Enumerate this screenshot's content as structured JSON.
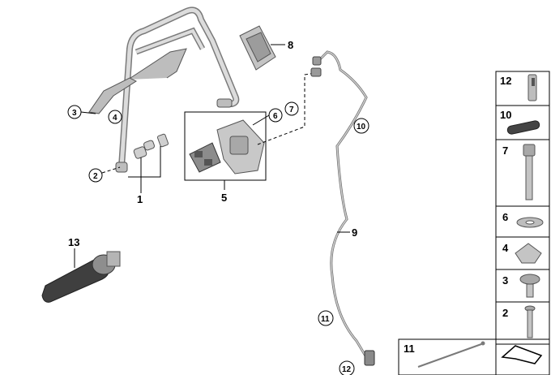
{
  "labels": {
    "1": "1",
    "2": "2",
    "3": "3",
    "4": "4",
    "5": "5",
    "6": "6",
    "7": "7",
    "8": "8",
    "9": "9",
    "10": "10",
    "11": "11",
    "12": "12",
    "13": "13"
  },
  "legend": [
    {
      "num": "12",
      "icon": "cable-clip-icon"
    },
    {
      "num": "10",
      "icon": "cable-strap-icon"
    },
    {
      "num": "7",
      "icon": "socket-bolt-icon"
    },
    {
      "num": "6",
      "icon": "washer-icon"
    },
    {
      "num": "4",
      "icon": "clip-nut-icon"
    },
    {
      "num": "3",
      "icon": "collar-screw-icon"
    },
    {
      "num": "2",
      "icon": "screw-icon"
    }
  ],
  "bottom_box": {
    "num": "11",
    "icon": "cable-tie-icon"
  }
}
